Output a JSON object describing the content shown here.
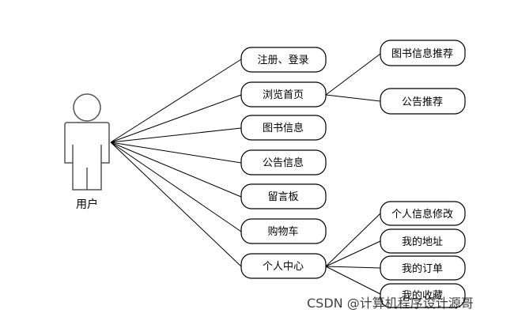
{
  "actor": {
    "label": "用户",
    "icon": "user-stick-figure-icon"
  },
  "use_cases": [
    {
      "id": "register-login",
      "label": "注册、登录"
    },
    {
      "id": "browse-home",
      "label": "浏览首页"
    },
    {
      "id": "book-info",
      "label": "图书信息"
    },
    {
      "id": "notice-info",
      "label": "公告信息"
    },
    {
      "id": "message-board",
      "label": "留言板"
    },
    {
      "id": "shopping-cart",
      "label": "购物车"
    },
    {
      "id": "personal-center",
      "label": "个人中心"
    }
  ],
  "browse_children": [
    {
      "id": "book-recommend",
      "label": "图书信息推荐"
    },
    {
      "id": "notice-recommend",
      "label": "公告推荐"
    }
  ],
  "center_children": [
    {
      "id": "edit-profile",
      "label": "个人信息修改"
    },
    {
      "id": "my-address",
      "label": "我的地址"
    },
    {
      "id": "my-orders",
      "label": "我的订单"
    },
    {
      "id": "my-favorites",
      "label": "我的收藏"
    }
  ],
  "watermark": "CSDN @计算机程序设计源哥"
}
